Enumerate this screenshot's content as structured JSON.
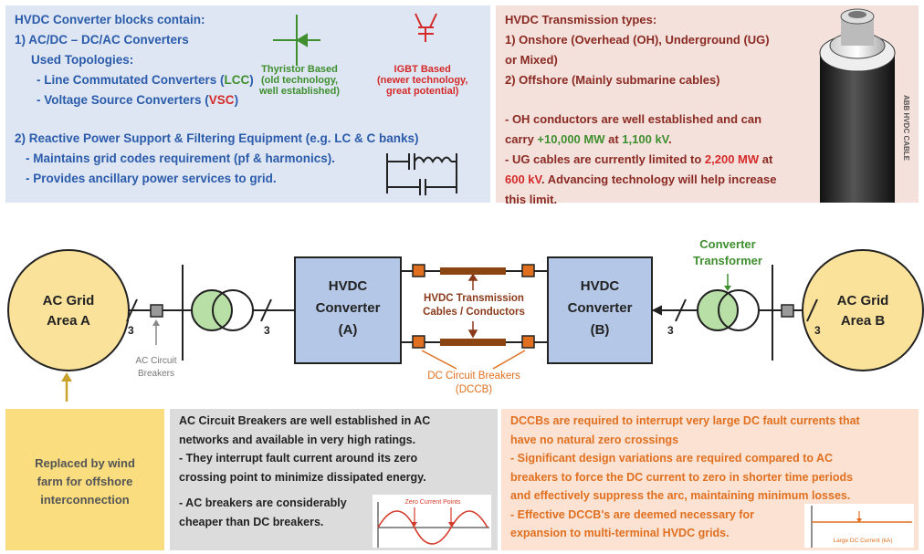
{
  "topleft": {
    "heading": "HVDC Converter blocks contain:",
    "item1": "1) AC/DC – DC/AC Converters",
    "used_topologies": "Used Topologies:",
    "lcc": "- Line Commutated Converters (",
    "lcc_abbr": "LCC",
    "vsc": "- Voltage Source Converters (",
    "vsc_abbr": "VSC",
    "close_paren": ")",
    "thyristor_label_1": "Thyristor Based",
    "thyristor_label_2": "(old technology,",
    "thyristor_label_3": "well established)",
    "igbt_label_1": "IGBT Based",
    "igbt_label_2": "(newer technology,",
    "igbt_label_3": "great potential)",
    "item2": "2) Reactive Power Support & Filtering Equipment (e.g. LC & C banks)",
    "item2_a": "- Maintains grid codes requirement (pf & harmonics).",
    "item2_b": "- Provides ancillary power services to grid."
  },
  "topright": {
    "heading": "HVDC Transmission types:",
    "t1a": "1) Onshore (Overhead (OH), Underground (UG)",
    "t1b": "or Mixed)",
    "t2": "2) Offshore (Mainly submarine cables)",
    "oh1": "- OH conductors are well established and can",
    "oh2_pre": "carry ",
    "oh2_val": "+10,000 MW",
    "oh2_mid": " at ",
    "oh2_kv": "1,100 kV",
    "oh2_end": ".",
    "ug1_pre": "- UG cables are currently limited to ",
    "ug1_val": "2,200 MW",
    "ug1_end": " at",
    "ug2_kv": "600 kV",
    "ug2_end": ". Advancing technology will help increase",
    "ug3": "this limit.",
    "cable_side_text": "ABB HVDC CABLE"
  },
  "diagram": {
    "grid_a_1": "AC Grid",
    "grid_a_2": "Area A",
    "grid_b_1": "AC Grid",
    "grid_b_2": "Area B",
    "conv_a_1": "HVDC",
    "conv_a_2": "Converter",
    "conv_a_3": "(A)",
    "conv_b_1": "HVDC",
    "conv_b_2": "Converter",
    "conv_b_3": "(B)",
    "phase_count": "3",
    "cables_1": "HVDC Transmission",
    "cables_2": "Cables / Conductors",
    "ac_cb_1": "AC Circuit",
    "ac_cb_2": "Breakers",
    "dccb_1": "DC Circuit Breakers",
    "dccb_2": "(DCCB)",
    "transformer_1": "Converter",
    "transformer_2": "Transformer"
  },
  "bottom": {
    "yellow_1": "Replaced by wind",
    "yellow_2": "farm for offshore",
    "yellow_3": "interconnection",
    "gray_1": "AC Circuit Breakers are well established in AC",
    "gray_2": "networks and available in very high ratings.",
    "gray_3": "- They interrupt fault current around its zero",
    "gray_4": "crossing point to minimize dissipated energy.",
    "gray_5": "- AC breakers are considerably",
    "gray_6": "cheaper than DC breakers.",
    "zero_points": "Zero Current Points",
    "orange_1": "DCCBs are required to interrupt very large DC fault currents that",
    "orange_2": "have no natural zero crossings",
    "orange_3": "- Significant design variations are required compared to AC",
    "orange_4": "breakers to force the DC current to zero in shorter time periods",
    "orange_5": "and effectively suppress the arc, maintaining minimum losses.",
    "orange_6": "- Effective DCCB's are deemed necessary for",
    "orange_7": "expansion to multi-terminal HVDC grids.",
    "large_dc": "Large DC Current (kA)"
  },
  "colors": {
    "blue_text": "#2b5bab",
    "green": "#3f8f2f",
    "red": "#d42a2a",
    "orange": "#e07020",
    "converter_fill": "#b4c7e7",
    "transformer_fill": "#b8e0a6",
    "grid_fill": "#fbe29a"
  }
}
